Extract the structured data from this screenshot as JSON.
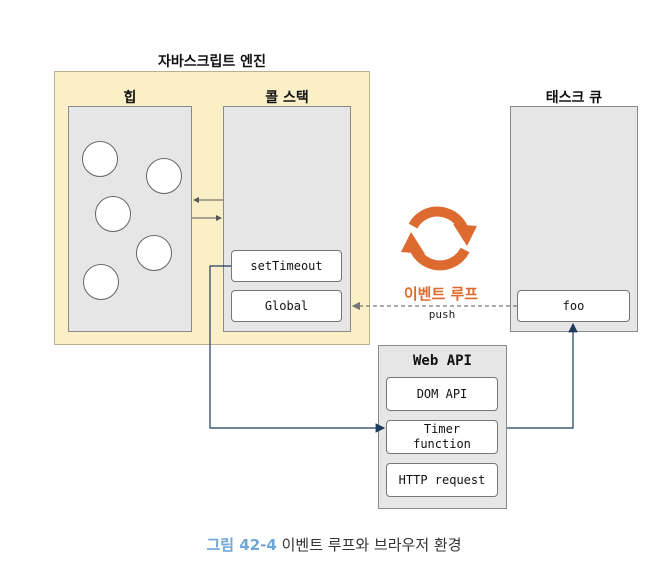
{
  "engine": {
    "title": "자바스크립트 엔진",
    "heap_title": "힙",
    "callstack_title": "콜 스택",
    "callstack_items": [
      "setTimeout",
      "Global"
    ]
  },
  "task_queue": {
    "title": "태스크 큐",
    "items": [
      "foo"
    ]
  },
  "event_loop": {
    "label": "이벤트 루프",
    "push_label": "push"
  },
  "web_api": {
    "title": "Web API",
    "items": [
      "DOM API",
      "Timer\nfunction",
      "HTTP request"
    ]
  },
  "caption": {
    "figure_label": "그림 42-4",
    "text": " 이벤트 루프와 브라우저 환경"
  },
  "colors": {
    "engine_bg": "#fbefc7",
    "panel_bg": "#e6e6e6",
    "event_loop": "#dd6a2e",
    "caption_label": "#6fa6d8",
    "arrow": "#1f3a5f"
  }
}
